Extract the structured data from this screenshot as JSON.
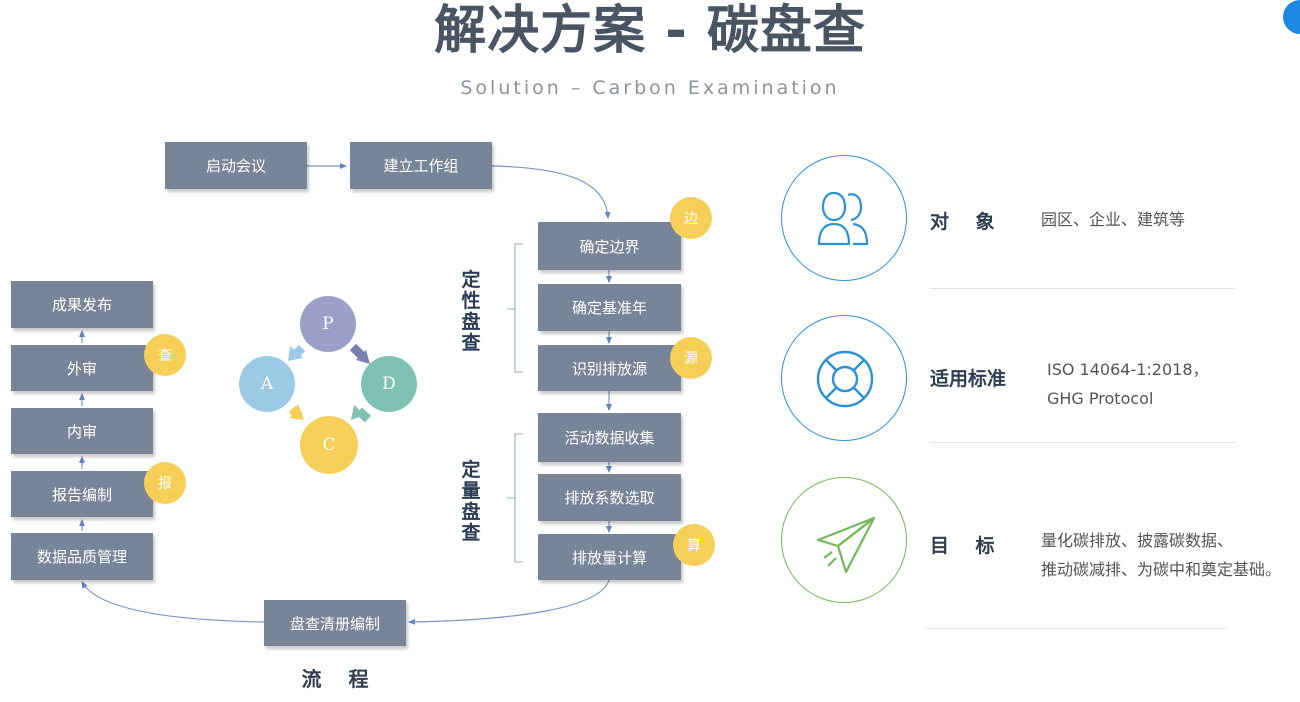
{
  "header": {
    "title": "解决方案 - 碳盘查",
    "subtitle": "Solution – Carbon Examination"
  },
  "flow": {
    "top": [
      "启动会议",
      "建立工作组"
    ],
    "qualitative_label": "定性盘查",
    "qualitative": [
      "确定边界",
      "确定基准年",
      "识别排放源"
    ],
    "quantitative_label": "定量盘查",
    "quantitative": [
      "活动数据收集",
      "排放系数选取",
      "排放量计算"
    ],
    "bottom": "盘查清册编制",
    "left": [
      "数据品质管理",
      "报告编制",
      "内审",
      "外审",
      "成果发布"
    ],
    "badges": {
      "boundary": "边",
      "source": "源",
      "calc": "算",
      "report": "报",
      "audit": "查"
    },
    "label": "流 程"
  },
  "pdca": {
    "p": "P",
    "d": "D",
    "c": "C",
    "a": "A",
    "colors": {
      "p": "#9aa0c8",
      "d": "#7fc2b4",
      "c": "#f6cf59",
      "a": "#9ccae6"
    }
  },
  "info": {
    "object": {
      "label": "对    象",
      "text": "园区、企业、建筑等",
      "icon": "users-icon"
    },
    "standard": {
      "label": "适用标准",
      "line1": "ISO 14064-1:2018，",
      "line2": "GHG Protocol",
      "icon": "lifebuoy-icon"
    },
    "goal": {
      "label": "目    标",
      "line1": "量化碳排放、披露碳数据、",
      "line2": "推动碳减排、为碳中和奠定基础。",
      "icon": "paper-plane-icon"
    }
  },
  "colors": {
    "box": "#788598",
    "badge": "#f6cf59",
    "accent_blue": "#2e92d2",
    "accent_green": "#72b95a"
  }
}
